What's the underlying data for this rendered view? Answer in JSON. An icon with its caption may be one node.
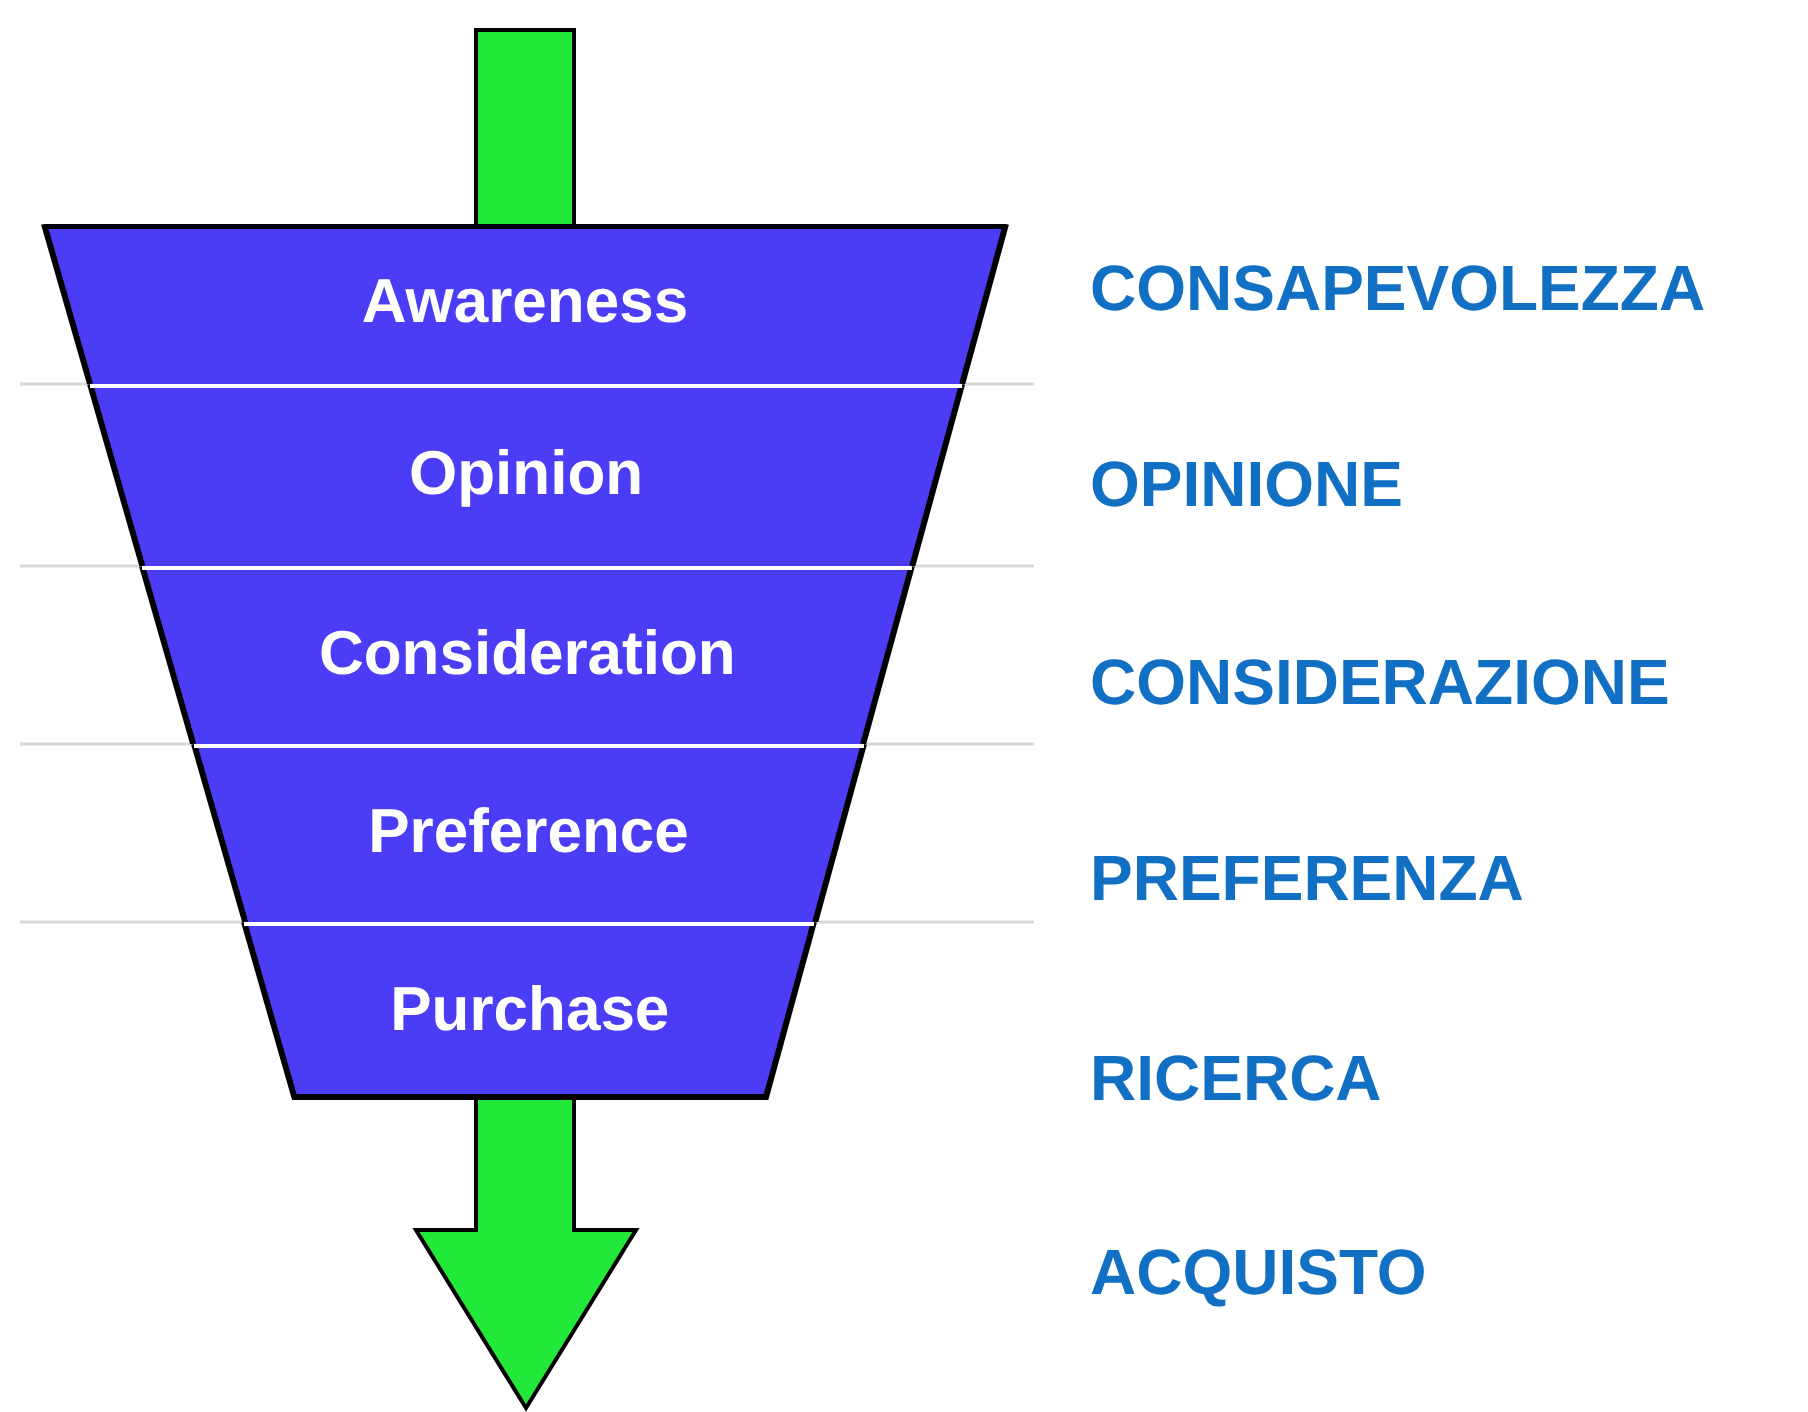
{
  "diagram": {
    "nodes": [
      {
        "text": [
          "Awareness"
        ]
      },
      {
        "text": [
          "Opinion"
        ]
      },
      {
        "text": [
          "Consideration"
        ]
      },
      {
        "text": [
          "Preference"
        ]
      },
      {
        "text": [
          "Purchase"
        ]
      }
    ],
    "labels": [
      "CONSAPEVOLEZZA",
      "OPINIONE",
      "CONSIDERAZIONE",
      "PREFERENZA",
      "RICERCA",
      "ACQUISTO"
    ]
  }
}
